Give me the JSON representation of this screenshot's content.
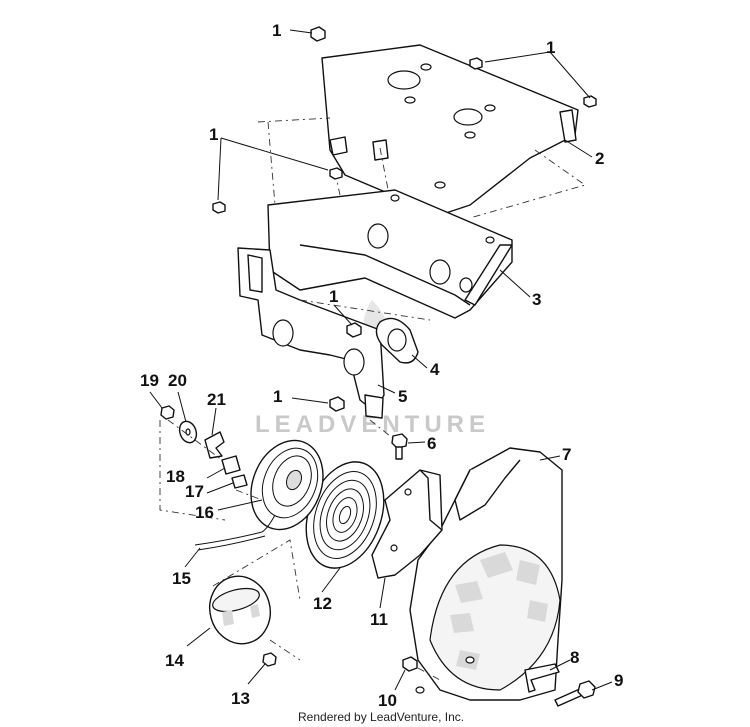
{
  "watermark": "LEADVENTURE",
  "footer": "Rendered by LeadVenture, Inc.",
  "callouts": {
    "c1a": "1",
    "c1b": "1",
    "c1c": "1",
    "c1d": "1",
    "c1e": "1",
    "c2": "2",
    "c3": "3",
    "c4": "4",
    "c5": "5",
    "c6": "6",
    "c7": "7",
    "c8": "8",
    "c9": "9",
    "c10": "10",
    "c11": "11",
    "c12": "12",
    "c13": "13",
    "c14": "14",
    "c15": "15",
    "c16": "16",
    "c17": "17",
    "c18": "18",
    "c19": "19",
    "c20": "20",
    "c21": "21"
  }
}
